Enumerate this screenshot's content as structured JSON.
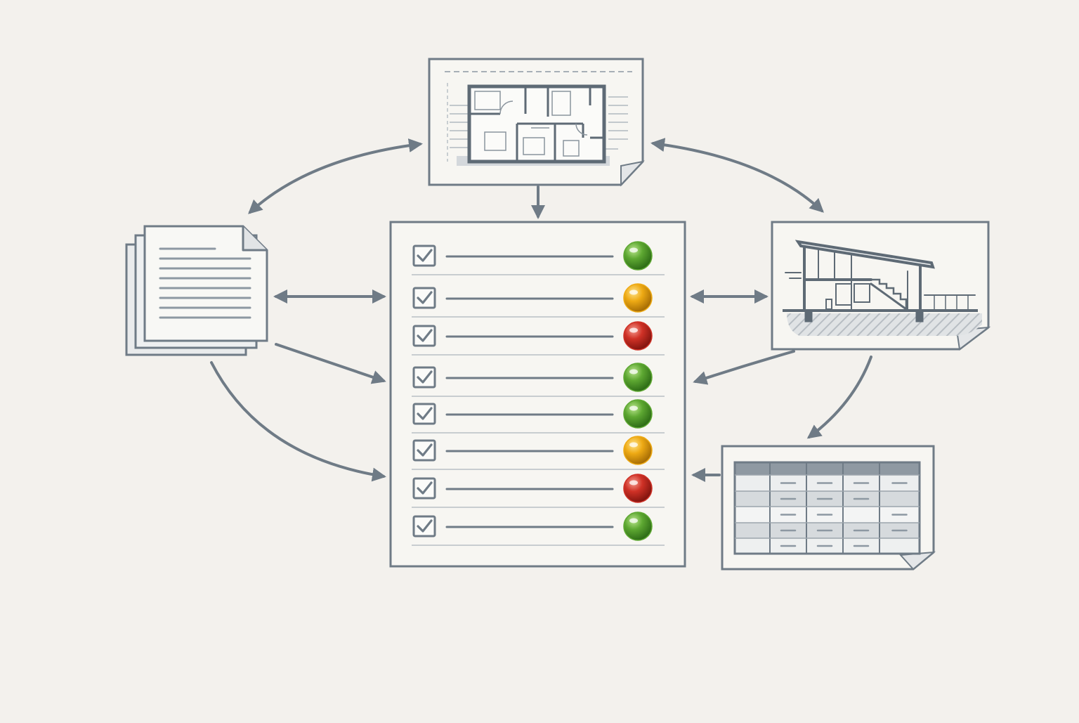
{
  "colors": {
    "background": "#f3f1ed",
    "stroke": "#6f7b86",
    "paper": "#f7f6f2",
    "hatch": "#c9ced3",
    "status_green": "#5ea832",
    "status_amber": "#eeaa14",
    "status_red": "#cf3126"
  },
  "nodes": [
    {
      "id": "floor-plan",
      "icon": "floor-plan-drawing-icon"
    },
    {
      "id": "documents",
      "icon": "stacked-documents-icon"
    },
    {
      "id": "checklist",
      "icon": "checklist-icon"
    },
    {
      "id": "section",
      "icon": "building-section-drawing-icon"
    },
    {
      "id": "schedule",
      "icon": "schedule-table-icon"
    }
  ],
  "checklist": {
    "rows": [
      {
        "checked": true,
        "status": "green"
      },
      {
        "checked": true,
        "status": "amber"
      },
      {
        "checked": true,
        "status": "red"
      },
      {
        "checked": true,
        "status": "green"
      },
      {
        "checked": true,
        "status": "green"
      },
      {
        "checked": true,
        "status": "amber"
      },
      {
        "checked": true,
        "status": "red"
      },
      {
        "checked": true,
        "status": "green"
      }
    ]
  },
  "connections": [
    {
      "from": "floor-plan",
      "to": "documents",
      "direction": "both"
    },
    {
      "from": "floor-plan",
      "to": "section",
      "direction": "both"
    },
    {
      "from": "floor-plan",
      "to": "checklist",
      "direction": "forward"
    },
    {
      "from": "documents",
      "to": "checklist",
      "direction": "both"
    },
    {
      "from": "documents",
      "to": "checklist",
      "direction": "forward"
    },
    {
      "from": "documents",
      "to": "checklist",
      "direction": "forward"
    },
    {
      "from": "section",
      "to": "checklist",
      "direction": "both"
    },
    {
      "from": "section",
      "to": "checklist",
      "direction": "forward"
    },
    {
      "from": "section",
      "to": "schedule",
      "direction": "forward"
    },
    {
      "from": "schedule",
      "to": "checklist",
      "direction": "forward"
    }
  ]
}
